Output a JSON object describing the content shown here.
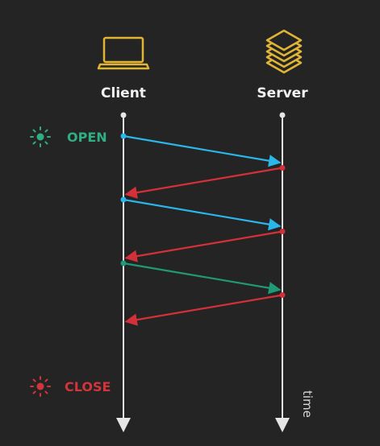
{
  "participants": {
    "client": {
      "label": "Client",
      "icon": "laptop-icon"
    },
    "server": {
      "label": "Server",
      "icon": "database-stack-icon"
    }
  },
  "events": {
    "open": {
      "label": "OPEN",
      "color": "#2eae82",
      "icon": "sun-icon"
    },
    "close": {
      "label": "CLOSE",
      "color": "#d2343c",
      "icon": "sun-icon"
    }
  },
  "axis": {
    "time_label": "time"
  },
  "colors": {
    "background": "#242424",
    "lifeline": "#e6e6e6",
    "icon": "#e0b434",
    "request": "#2bb6ea",
    "response": "#d4303a",
    "close_request": "#1f9a74"
  },
  "messages": [
    {
      "from": "client",
      "to": "server",
      "kind": "request"
    },
    {
      "from": "server",
      "to": "client",
      "kind": "response"
    },
    {
      "from": "client",
      "to": "server",
      "kind": "request"
    },
    {
      "from": "server",
      "to": "client",
      "kind": "response"
    },
    {
      "from": "client",
      "to": "server",
      "kind": "close_request"
    },
    {
      "from": "server",
      "to": "client",
      "kind": "response"
    }
  ]
}
